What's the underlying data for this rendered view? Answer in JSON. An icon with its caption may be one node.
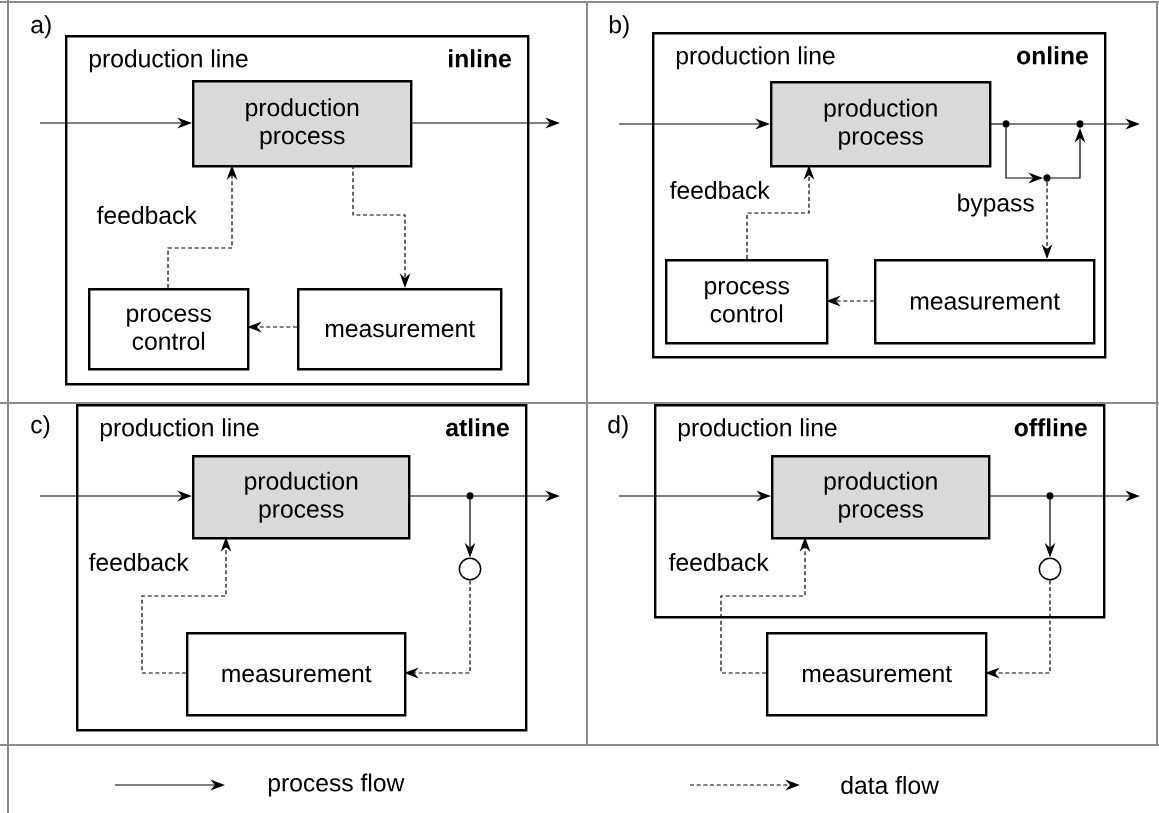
{
  "diagram": {
    "nodes": [
      {
        "text": [
          "production line",
          "**inline**"
        ]
      },
      {
        "text": [
          "production process"
        ],
        "in": 0
      },
      {
        "text": [
          "process control"
        ],
        "in": 0
      },
      {
        "text": [
          "measurement"
        ],
        "in": 0
      },
      {
        "text": [
          "production line",
          "**online**"
        ]
      },
      {
        "text": [
          "production process"
        ],
        "in": 4
      },
      {
        "text": [],
        "shape": "dot",
        "in": 4
      },
      {
        "text": [],
        "shape": "dot",
        "in": 4
      },
      {
        "text": [],
        "shape": "dot",
        "in": 4
      },
      {
        "text": [
          "process control"
        ],
        "in": 4
      },
      {
        "text": [
          "measurement"
        ],
        "in": 4
      },
      {
        "text": [
          "production line",
          "**atline**"
        ]
      },
      {
        "text": [
          "production process"
        ],
        "in": 11
      },
      {
        "text": [],
        "shape": "dot",
        "in": 11
      },
      {
        "text": [],
        "shape": "circle",
        "in": 11
      },
      {
        "text": [
          "measurement"
        ],
        "in": 11
      },
      {
        "text": [
          "production line",
          "**offline**"
        ]
      },
      {
        "text": [
          "production process"
        ],
        "in": 16
      },
      {
        "text": [],
        "shape": "dot",
        "in": 16
      },
      {
        "text": [],
        "shape": "circle",
        "in": 16
      },
      {
        "text": [
          "measurement"
        ]
      }
    ],
    "edges": [
      {
        "from": null,
        "to": 1,
        "arrow": "to"
      },
      {
        "from": 1,
        "to": null,
        "arrow": "to"
      },
      {
        "from": 1,
        "to": 3,
        "arrow": "to",
        "style": "dashed"
      },
      {
        "from": 3,
        "to": 2,
        "arrow": "to",
        "style": "dashed"
      },
      {
        "from": 2,
        "to": 1,
        "arrow": "to",
        "style": "dashed",
        "label": "feedback"
      },
      {
        "from": null,
        "to": 5,
        "arrow": "to"
      },
      {
        "from": 5,
        "to": 6,
        "arrow": "none"
      },
      {
        "from": 6,
        "to": 7,
        "arrow": "none"
      },
      {
        "from": 7,
        "to": null,
        "arrow": "to"
      },
      {
        "from": 6,
        "to": 8,
        "arrow": "to",
        "label": "bypass"
      },
      {
        "from": 8,
        "to": 7,
        "arrow": "to"
      },
      {
        "from": 8,
        "to": 10,
        "arrow": "to",
        "style": "dashed"
      },
      {
        "from": 10,
        "to": 9,
        "arrow": "to",
        "style": "dashed"
      },
      {
        "from": 9,
        "to": 5,
        "arrow": "to",
        "style": "dashed",
        "label": "feedback"
      },
      {
        "from": null,
        "to": 12,
        "arrow": "to"
      },
      {
        "from": 12,
        "to": 13,
        "arrow": "none"
      },
      {
        "from": 13,
        "to": null,
        "arrow": "to"
      },
      {
        "from": 13,
        "to": 14,
        "arrow": "to"
      },
      {
        "from": 14,
        "to": 15,
        "arrow": "to",
        "style": "dashed"
      },
      {
        "from": 15,
        "to": 12,
        "arrow": "to",
        "style": "dashed",
        "label": "feedback"
      },
      {
        "from": null,
        "to": 17,
        "arrow": "to"
      },
      {
        "from": 17,
        "to": 18,
        "arrow": "none"
      },
      {
        "from": 18,
        "to": null,
        "arrow": "to"
      },
      {
        "from": 18,
        "to": 19,
        "arrow": "to"
      },
      {
        "from": 19,
        "to": 20,
        "arrow": "to",
        "style": "dashed"
      },
      {
        "from": 20,
        "to": 17,
        "arrow": "to",
        "style": "dashed",
        "label": "feedback"
      }
    ],
    "labels": [
      "a)",
      "b)",
      "c)",
      "d)"
    ],
    "legend": [
      {
        "text": "process flow"
      },
      {
        "text": "data flow"
      }
    ]
  }
}
